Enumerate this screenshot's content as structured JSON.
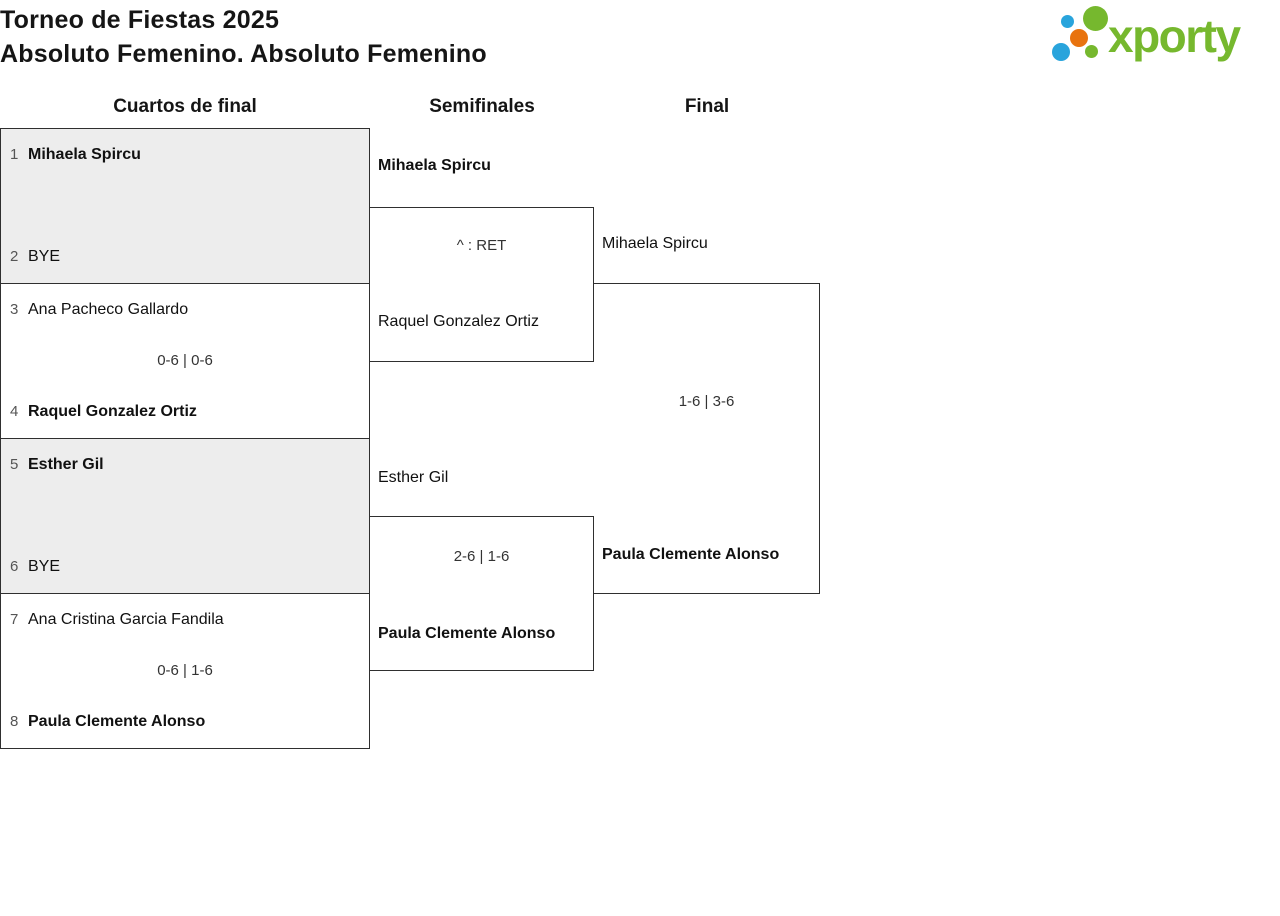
{
  "header": {
    "title": "Torneo de Fiestas 2025",
    "subtitle": "Absoluto Femenino. Absoluto Femenino",
    "logo": {
      "wordmark": "xporty",
      "colors": {
        "green": "#76b82e",
        "blue": "#29a4dc",
        "orange": "#e8730f"
      }
    }
  },
  "columns": [
    {
      "label": "Cuartos de final"
    },
    {
      "label": "Semifinales"
    },
    {
      "label": "Final"
    }
  ],
  "bracket": {
    "quarterfinals": [
      {
        "shaded": true,
        "score": "",
        "players": [
          {
            "seed": "1",
            "name": "Mihaela Spircu",
            "winner": true
          },
          {
            "seed": "2",
            "name": "BYE",
            "winner": false
          }
        ]
      },
      {
        "shaded": false,
        "score": "0-6 | 0-6",
        "players": [
          {
            "seed": "3",
            "name": "Ana Pacheco Gallardo",
            "winner": false
          },
          {
            "seed": "4",
            "name": "Raquel Gonzalez Ortiz",
            "winner": true
          }
        ]
      },
      {
        "shaded": true,
        "score": "",
        "players": [
          {
            "seed": "5",
            "name": "Esther Gil",
            "winner": true
          },
          {
            "seed": "6",
            "name": "BYE",
            "winner": false
          }
        ]
      },
      {
        "shaded": false,
        "score": "0-6 | 1-6",
        "players": [
          {
            "seed": "7",
            "name": "Ana Cristina Garcia Fandila",
            "winner": false
          },
          {
            "seed": "8",
            "name": "Paula Clemente Alonso",
            "winner": true
          }
        ]
      }
    ],
    "semifinals": [
      {
        "score": "^ : RET",
        "players": [
          {
            "name": "Mihaela Spircu",
            "winner": true
          },
          {
            "name": "Raquel Gonzalez Ortiz",
            "winner": false
          }
        ]
      },
      {
        "score": "2-6 | 1-6",
        "players": [
          {
            "name": "Esther Gil",
            "winner": false
          },
          {
            "name": "Paula Clemente Alonso",
            "winner": true
          }
        ]
      }
    ],
    "final": {
      "score": "1-6 | 3-6",
      "players": [
        {
          "name": "Mihaela Spircu",
          "winner": false
        },
        {
          "name": "Paula Clemente Alonso",
          "winner": true
        }
      ]
    }
  }
}
